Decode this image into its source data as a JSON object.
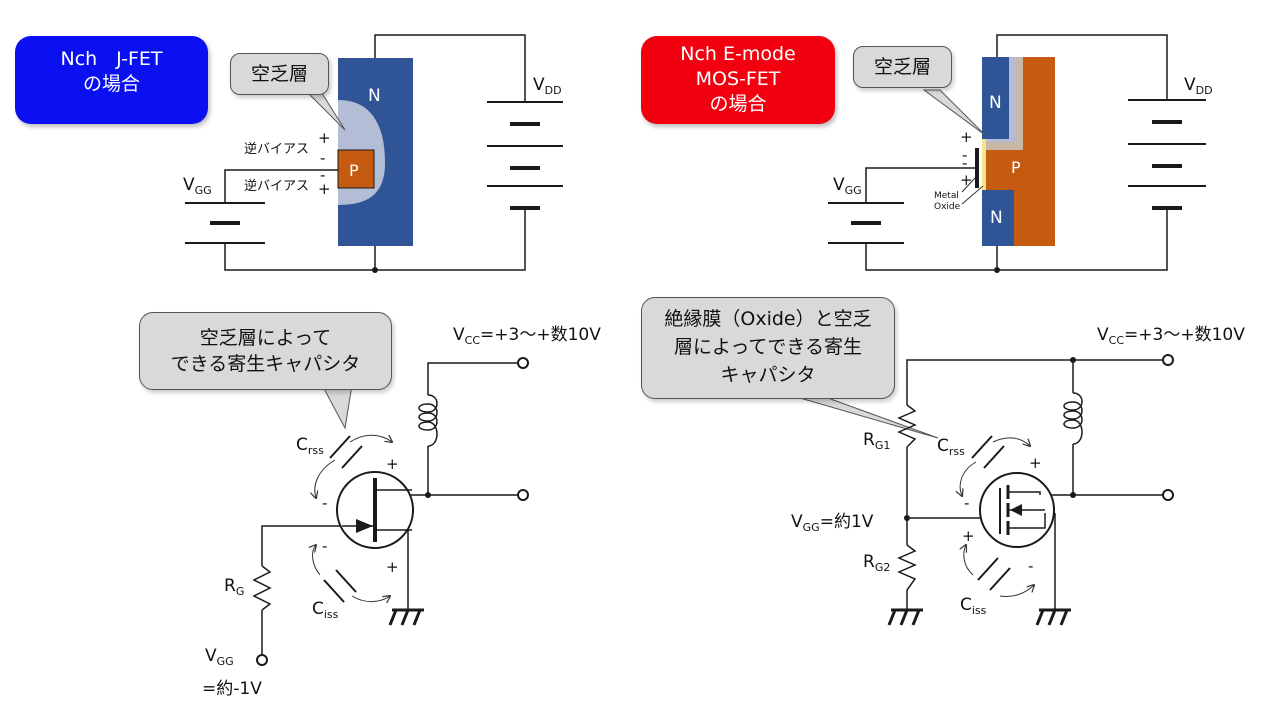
{
  "colors": {
    "jfet_title_bg": "#0a10f0",
    "mosfet_title_bg": "#f2000f",
    "n_region": "#2f5597",
    "p_region": "#c55a11",
    "depletion": "#b4bdd6",
    "bubble_bg": "#d9d9d9",
    "wire": "#1a1a1a"
  },
  "jfet": {
    "title_line1": "Nch　J-FET",
    "title_line2": "の場合",
    "depletion_label": "空乏層",
    "n_label": "N",
    "p_label": "P",
    "reverse_bias_top": "逆バイアス",
    "reverse_bias_bottom": "逆バイアス",
    "plus": "+",
    "minus": "-",
    "vgg_main": "V",
    "vgg_sub": "GG",
    "vdd_main": "V",
    "vdd_sub": "DD",
    "circuit": {
      "bubble_line1": "空乏層によって",
      "bubble_line2": "できる寄生キャパシタ",
      "vcc_main": "V",
      "vcc_sub": "CC",
      "vcc_value": "=+3～+数10V",
      "crss_main": "C",
      "crss_sub": "rss",
      "ciss_main": "C",
      "ciss_sub": "iss",
      "rg_main": "R",
      "rg_sub": "G",
      "vgg_main": "V",
      "vgg_sub": "GG",
      "vgg_value": "=約-1V",
      "plus": "+",
      "minus": "-"
    }
  },
  "mosfet": {
    "title_line1": "Nch E-mode",
    "title_line2": "MOS-FET",
    "title_line3": "の場合",
    "depletion_label": "空乏層",
    "n_label_top": "N",
    "n_label_bottom": "N",
    "p_label": "P",
    "metal_label": "Metal",
    "oxide_label": "Oxide",
    "plus": "+",
    "minus": "-",
    "vgg_main": "V",
    "vgg_sub": "GG",
    "vdd_main": "V",
    "vdd_sub": "DD",
    "circuit": {
      "bubble_line1": "絶縁膜（Oxide）と空乏",
      "bubble_line2": "層によってできる寄生",
      "bubble_line3": "キャパシタ",
      "vcc_main": "V",
      "vcc_sub": "CC",
      "vcc_value": "=+3～+数10V",
      "rg1_main": "R",
      "rg1_sub": "G1",
      "rg2_main": "R",
      "rg2_sub": "G2",
      "crss_main": "C",
      "crss_sub": "rss",
      "ciss_main": "C",
      "ciss_sub": "iss",
      "vgg_main": "V",
      "vgg_sub": "GG",
      "vgg_value": "=約1V",
      "plus": "+",
      "minus": "-"
    }
  }
}
